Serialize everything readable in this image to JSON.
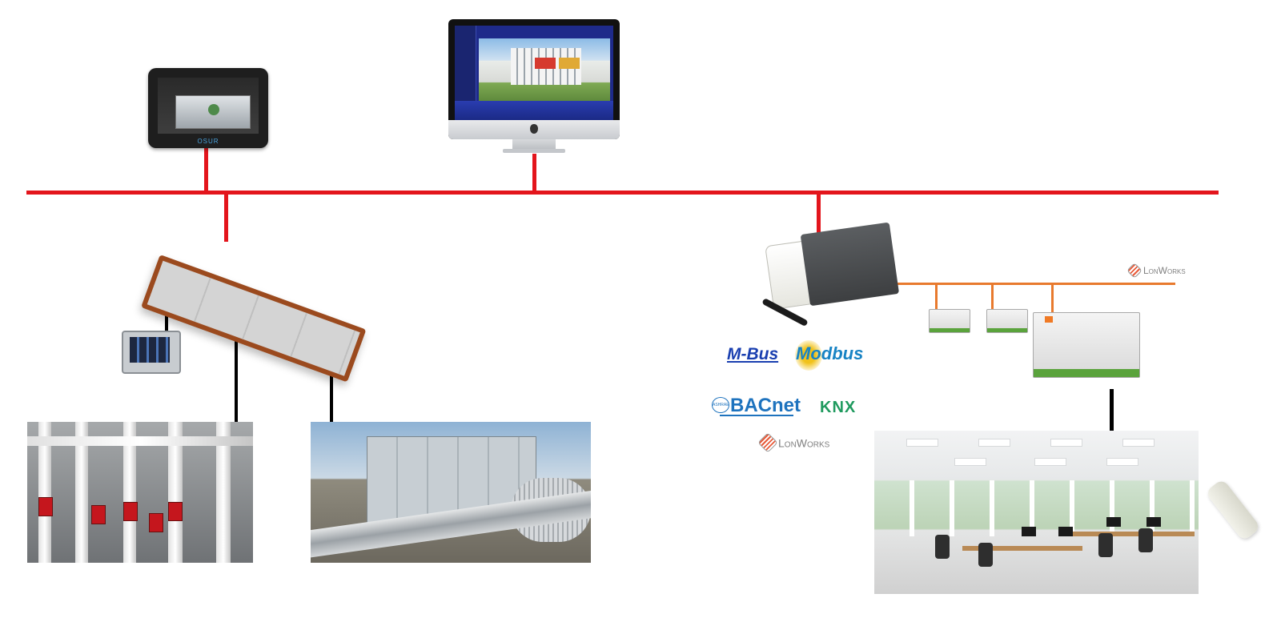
{
  "network": {
    "backbone_color": "#e3151c",
    "field_bus_color": "#000000",
    "lon_bus_color": "#e87a2e"
  },
  "devices": {
    "touch_panel": {
      "icon": "hvac-touch-panel",
      "brand": "OSUR"
    },
    "workstation": {
      "icon": "desktop-monitor-bms"
    },
    "controller": {
      "icon": "modular-controller"
    },
    "hand_panel": {
      "icon": "handheld-touch-panel"
    },
    "gateway": {
      "icon": "protocol-gateway"
    },
    "lon_modules": {
      "icon": "lon-io-module"
    },
    "remote": {
      "icon": "ac-remote"
    }
  },
  "photos": {
    "pipes": {
      "icon": "plant-room-pumps-photo"
    },
    "ahu": {
      "icon": "air-handling-unit-photo"
    },
    "office": {
      "icon": "office-space-photo"
    }
  },
  "protocols": {
    "mbus": "M-Bus",
    "modbus": "Modbus",
    "bacnet": "BACnet",
    "bacnet_badge": "ASHRAE",
    "knx": "KNX",
    "lonworks": "LonWorks",
    "lonworks_bus": "LonWorks"
  }
}
